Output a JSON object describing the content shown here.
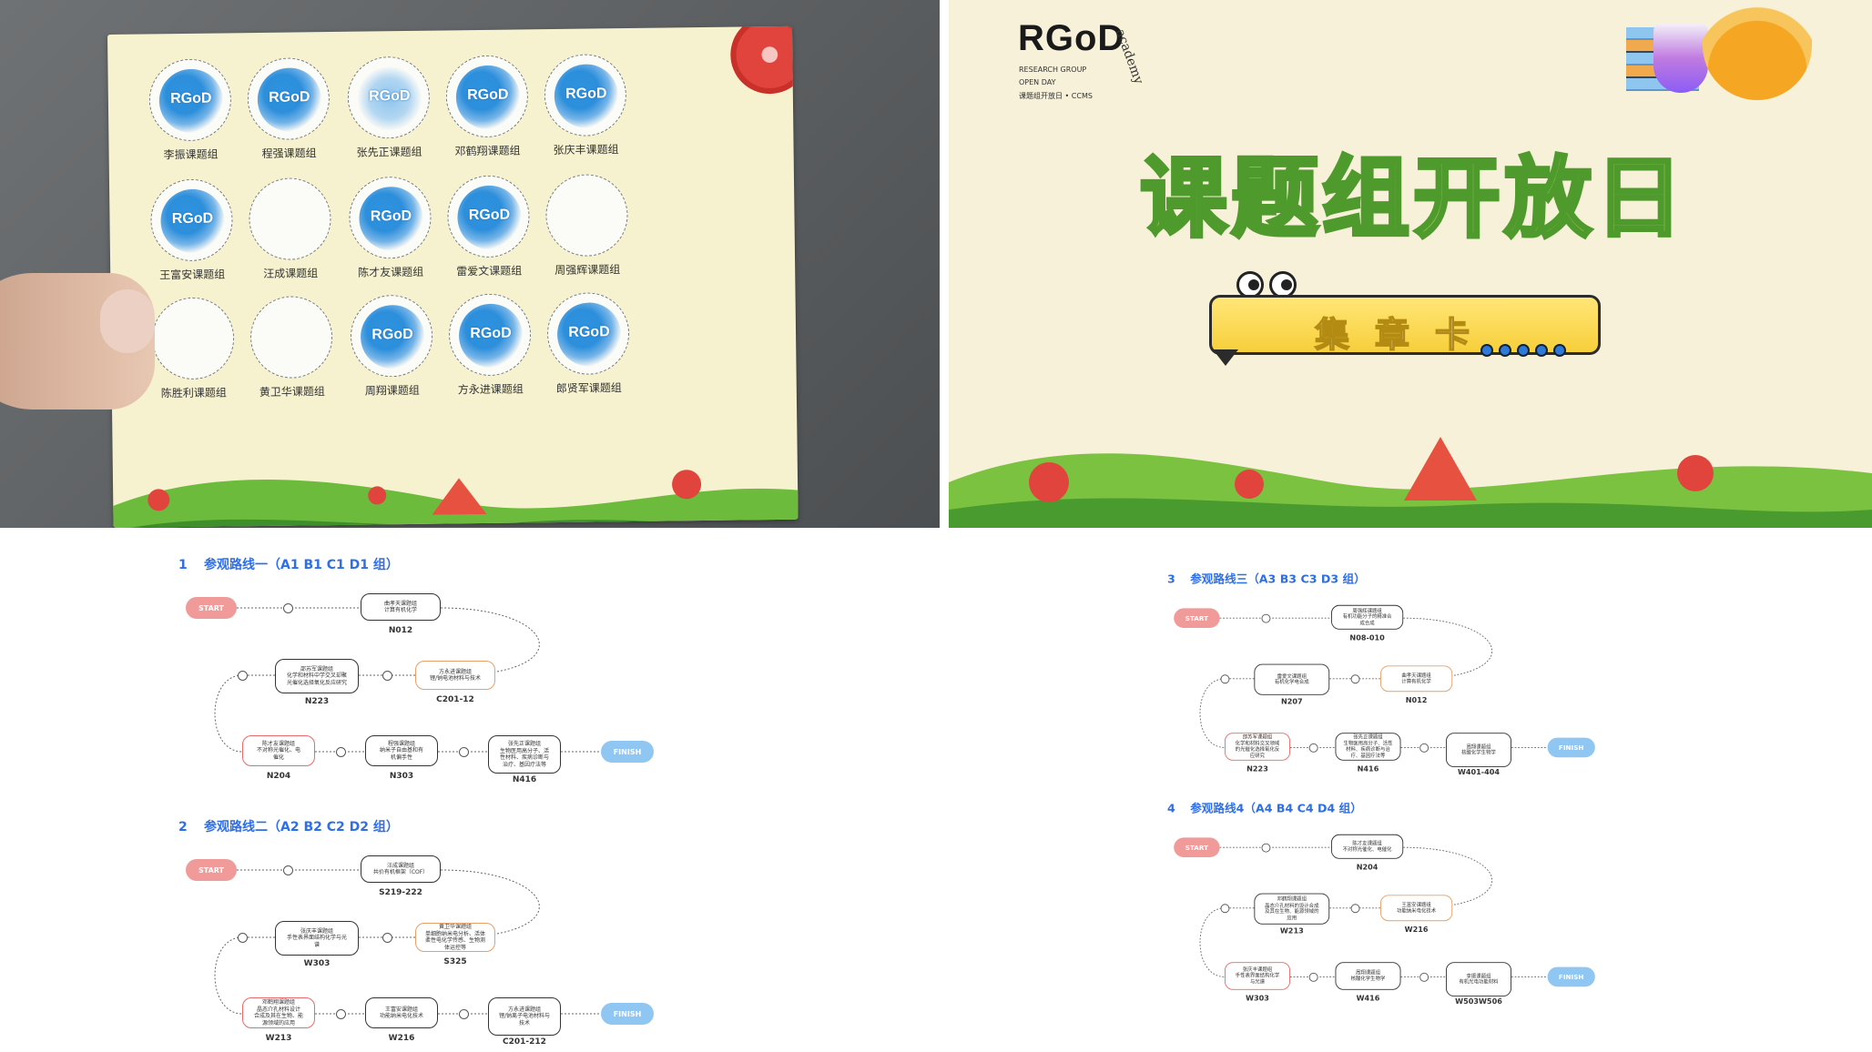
{
  "stamp_card": {
    "stamps": [
      {
        "label": "李振课题组",
        "stamped": true
      },
      {
        "label": "程强课题组",
        "stamped": true
      },
      {
        "label": "张先正课题组",
        "stamped": true
      },
      {
        "label": "邓鹤翔课题组",
        "stamped": true
      },
      {
        "label": "张庆丰课题组",
        "stamped": true
      },
      {
        "label": "王富安课题组",
        "stamped": true
      },
      {
        "label": "汪成课题组",
        "stamped": false
      },
      {
        "label": "陈才友课题组",
        "stamped": true
      },
      {
        "label": "雷爱文课题组",
        "stamped": true
      },
      {
        "label": "周强辉课题组",
        "stamped": false
      },
      {
        "label": "陈胜利课题组",
        "stamped": false
      },
      {
        "label": "黄卫华课题组",
        "stamped": false
      },
      {
        "label": "周翔课题组",
        "stamped": true
      },
      {
        "label": "方永进课题组",
        "stamped": true
      },
      {
        "label": "郎贤军课题组",
        "stamped": true
      }
    ],
    "stamp_mark": "RGoD"
  },
  "slide": {
    "logo": "RGoD",
    "academy": "academy",
    "sub_line1": "RESEARCH GROUP",
    "sub_line2": "OPEN DAY",
    "sub_line3": "课题组开放日 • CCMS",
    "title": "课题组开放日",
    "card_label": "集章卡"
  },
  "routes": [
    {
      "number": "1",
      "title": "参观路线一（A1 B1 C1 D1 组）",
      "start": "START",
      "finish": "FINISH",
      "row1": [
        {
          "text": "曲孝天课题组\n计算有机化学",
          "room": "N012"
        }
      ],
      "row2": [
        {
          "text": "邵苏军课题组\n化学和材料中学交叉却聚\n光催化选择氧化反应研究",
          "room": "N223"
        },
        {
          "text": "方永进课题组\n锂/钠电池材料与技术",
          "room": "C201-12"
        }
      ],
      "row3": [
        {
          "text": "陈才友课题组\n不对称光催化、电\n催化",
          "room": "N204"
        },
        {
          "text": "程强课题组\n纳米子自由基和有\n机偏手性",
          "room": "N303"
        },
        {
          "text": "张先正课题组\n生物医用高分子、活\n性材料、疾病诊断与\n治疗、基因疗法等",
          "room": "N416"
        }
      ]
    },
    {
      "number": "2",
      "title": "参观路线二（A2 B2 C2 D2 组）",
      "start": "START",
      "finish": "FINISH",
      "row1": [
        {
          "text": "汪成课题组\n共价有机框架（COF）",
          "room": "S219-222"
        }
      ],
      "row2": [
        {
          "text": "张庆丰课题组\n手性表界面结构化学与光\n谱",
          "room": "W303"
        },
        {
          "text": "黄卫华课题组\n单细胞纳米电分析、活体\n柔性电化学传感、生物测\n体运控等",
          "room": "S325"
        }
      ],
      "row3": [
        {
          "text": "邓鹤翔课题组\n晶态介孔材料设计\n合成及其在生物、能\n源领域的应用",
          "room": "W213"
        },
        {
          "text": "王富安课题组\n功能纳米电化技术",
          "room": "W216"
        },
        {
          "text": "方永进课题组\n锂/钠离子电池材料与\n技术",
          "room": "C201-212"
        }
      ]
    },
    {
      "number": "3",
      "title": "参观路线三（A3 B3 C3 D3 组）",
      "start": "START",
      "finish": "FINISH",
      "row1": [
        {
          "text": "周强辉课题组\n有机功能分子的精准合\n成合成",
          "room": "N08-010"
        }
      ],
      "row2": [
        {
          "text": "雷爱文课题组\n有机化学电合成",
          "room": "N207"
        },
        {
          "text": "曲孝天课题组\n计算有机化学",
          "room": "N012"
        }
      ],
      "row3": [
        {
          "text": "邵苏军课题组\n化学和材料交叉领域\n的光催化选择氧化反\n应研究",
          "room": "N223"
        },
        {
          "text": "张先正课题组\n生物医用高分子、活性\n材料、疾病诊断与治\n疗、基因疗法等",
          "room": "N416"
        },
        {
          "text": "周翔课题组\n核酸化学生物学",
          "room": "W401-404"
        }
      ]
    },
    {
      "number": "4",
      "title": "参观路线4（A4 B4 C4 D4 组）",
      "start": "START",
      "finish": "FINISH",
      "row1": [
        {
          "text": "陈才友课题组\n不对称光催化、电催化",
          "room": "N204"
        }
      ],
      "row2": [
        {
          "text": "邓鹤翔课题组\n晶态介孔材料的设计合成\n及其在生物、能源领域的\n应用",
          "room": "W213"
        },
        {
          "text": "王富安课题组\n功能纳米电化技术",
          "room": "W216"
        }
      ],
      "row3": [
        {
          "text": "张庆丰课题组\n手性表界面结构化学\n与光谱",
          "room": "W303"
        },
        {
          "text": "周翔课题组\n核酸化学生物学",
          "room": "W416"
        },
        {
          "text": "李振课题组\n有机光电功能材料",
          "room": "W503W506"
        }
      ]
    }
  ]
}
